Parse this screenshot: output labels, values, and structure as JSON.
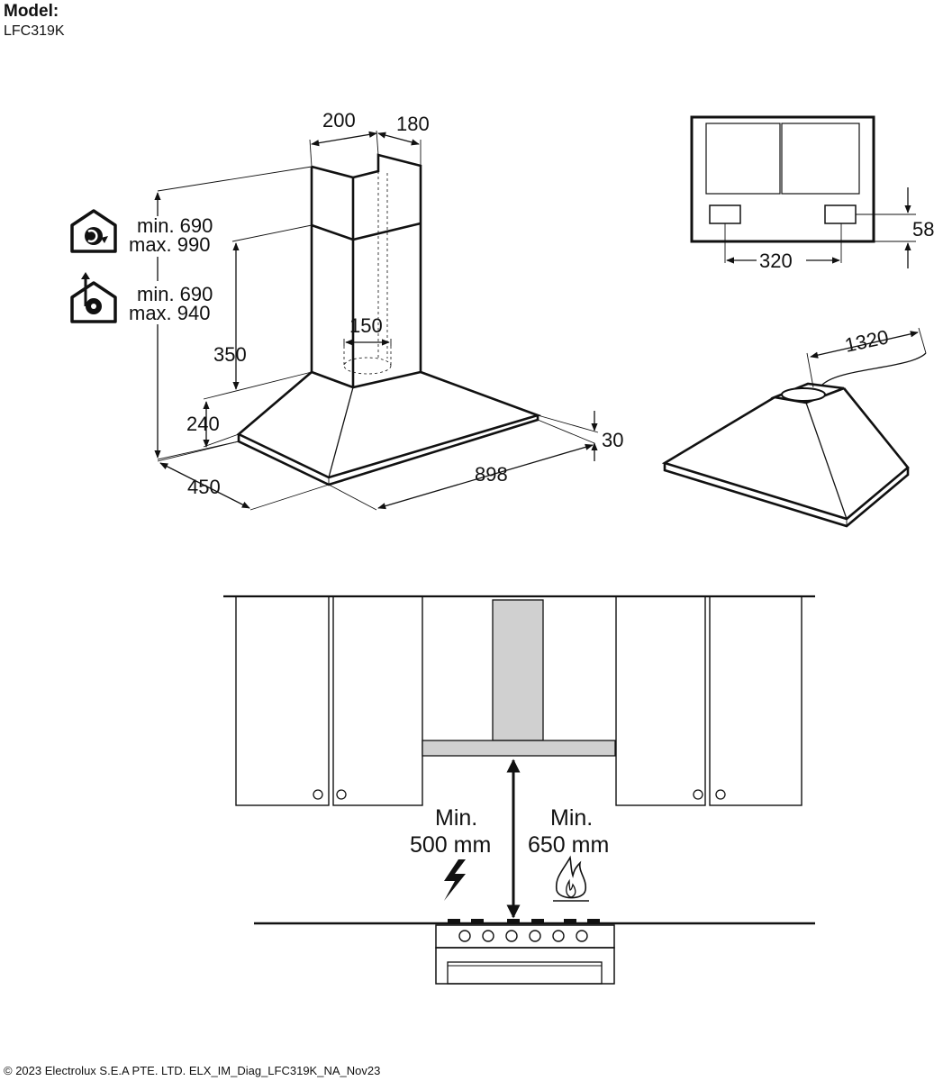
{
  "header": {
    "label": "Model:",
    "model": "LFC319K"
  },
  "dimensions": {
    "chimney_width": "200",
    "chimney_depth": "180",
    "duct_diameter": "150",
    "chimney_section": "350",
    "canopy_height": "240",
    "depth": "450",
    "width": "898",
    "lip": "30",
    "recirc_min": "min. 690",
    "recirc_max": "max. 990",
    "extract_min": "min. 690",
    "extract_max": "max. 940",
    "bracket_spacing": "320",
    "bracket_height": "58",
    "cable_length": "1320"
  },
  "installation": {
    "electric_label_1": "Min.",
    "electric_label_2": "500 mm",
    "gas_label_1": "Min.",
    "gas_label_2": "650 mm"
  },
  "footer": {
    "text": "© 2023 Electrolux S.E.A PTE. LTD.  ELX_IM_Diag_LFC319K_NA_Nov23"
  }
}
